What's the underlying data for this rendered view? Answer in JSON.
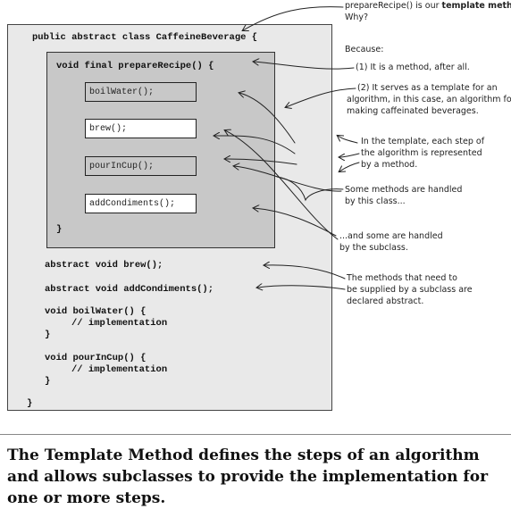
{
  "code": {
    "class_header": "public abstract class CaffeineBeverage {",
    "method_header": "void final prepareRecipe() {",
    "steps": [
      "boilWater();",
      "brew();",
      "pourInCup();",
      "addCondiments();"
    ],
    "method_close": "}",
    "abstract_brew": "abstract void brew();",
    "abstract_condiments": "abstract void addCondiments();",
    "boil_header": "void boilWater() {",
    "boil_body": "// implementation",
    "boil_close": "}",
    "pour_header": "void pourInCup() {",
    "pour_body": "// implementation",
    "pour_close": "}",
    "class_close": "}"
  },
  "annotations": {
    "top_note_line1": "prepareRecipe() is our ",
    "top_note_bold": "template method.",
    "top_note_line2": "Why?",
    "because": "Because:",
    "reason1": "(1) It is a method, after all.",
    "reason2_line1": "(2) It serves as a template for an",
    "reason2_line2": "algorithm, in this case, an algorithm for",
    "reason2_line3": "making caffeinated beverages.",
    "steps_note_line1": "In the template, each step of",
    "steps_note_line2": "the algorithm is represented",
    "steps_note_line3": "by a method.",
    "handled_class_line1": "Some methods are handled",
    "handled_class_line2": "by this class...",
    "handled_sub_line1": "...and some are handled",
    "handled_sub_line2": "by the subclass.",
    "supplied_line1": "The methods that need to",
    "supplied_line2": "be supplied by a subclass are",
    "supplied_line3": "declared abstract."
  },
  "caption": "The Template Method defines the steps of an algorithm and allows subclasses to provide the implementation for one or more steps.",
  "colors": {
    "class_box": "#e9e9e9",
    "method_box": "#c8c8c8",
    "ink": "#222222"
  }
}
